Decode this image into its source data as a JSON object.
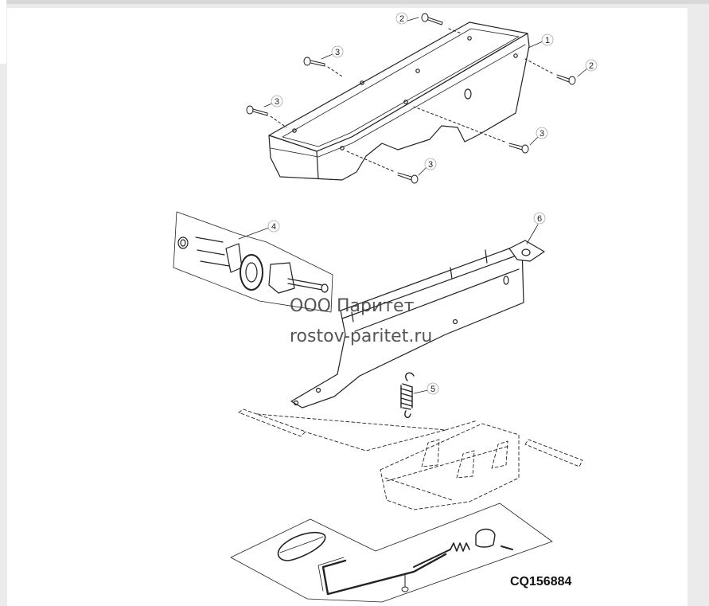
{
  "diagram": {
    "callouts": [
      {
        "label": "2"
      },
      {
        "label": "1"
      },
      {
        "label": "2"
      },
      {
        "label": "3"
      },
      {
        "label": "3"
      },
      {
        "label": "3"
      },
      {
        "label": "3"
      },
      {
        "label": "4"
      },
      {
        "label": "6"
      },
      {
        "label": "5"
      }
    ],
    "watermark_line1": "ООО Паритет",
    "watermark_line2": "rostov-paritet.ru",
    "figure_code": "CQ156884"
  }
}
